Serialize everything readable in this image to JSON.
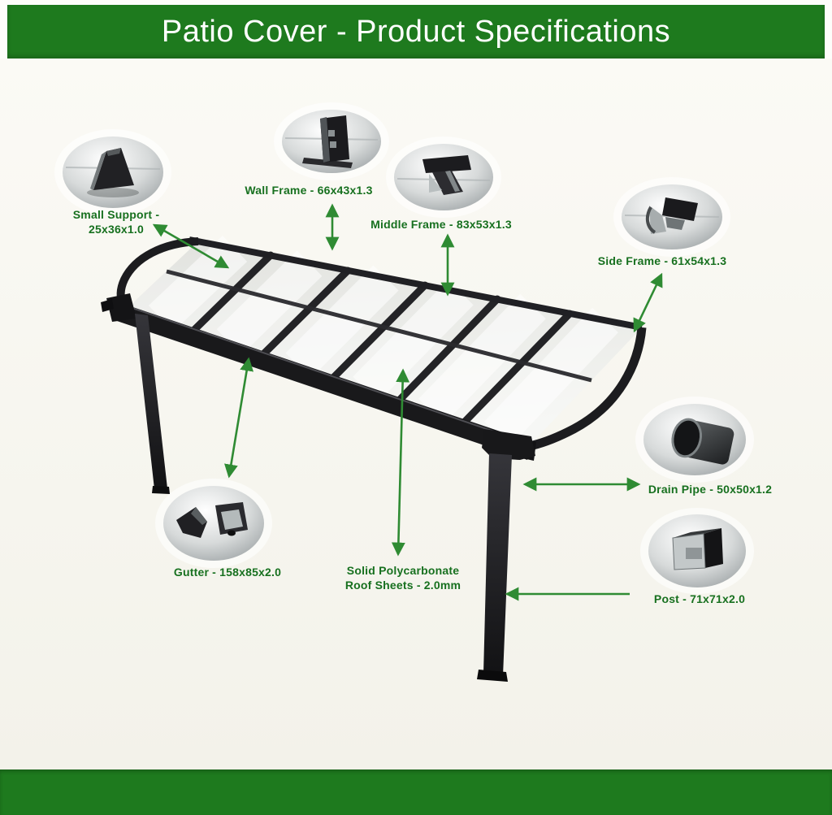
{
  "header": {
    "title": "Patio Cover - Product Specifications"
  },
  "theme": {
    "header_bg": "#1e7a1e",
    "footer_bg": "#1e7a1e",
    "title_color": "#ffffff",
    "label_color": "#17701f",
    "arrow_color": "#2f8b33",
    "content_bg_top": "#fbfaf5",
    "content_bg_bottom": "#f3f2ea",
    "page_bg": "#fdfdfa"
  },
  "parts": [
    {
      "id": "small-support",
      "label": "Small Support - 25x36x1.0",
      "photo": "small-support-photo"
    },
    {
      "id": "wall-frame",
      "label": "Wall Frame - 66x43x1.3",
      "photo": "wall-frame-photo"
    },
    {
      "id": "middle-frame",
      "label": "Middle Frame - 83x53x1.3",
      "photo": "middle-frame-photo"
    },
    {
      "id": "side-frame",
      "label": "Side Frame - 61x54x1.3",
      "photo": "side-frame-photo"
    },
    {
      "id": "drain-pipe",
      "label": "Drain Pipe - 50x50x1.2",
      "photo": "drain-pipe-photo"
    },
    {
      "id": "gutter",
      "label": "Gutter - 158x85x2.0",
      "photo": "gutter-photo"
    },
    {
      "id": "roof-sheets",
      "label": "Solid Polycarbonate Roof Sheets - 2.0mm",
      "photo": "roof-sheet-panel"
    },
    {
      "id": "post",
      "label": "Post - 71x71x2.0",
      "photo": "post-photo"
    }
  ]
}
